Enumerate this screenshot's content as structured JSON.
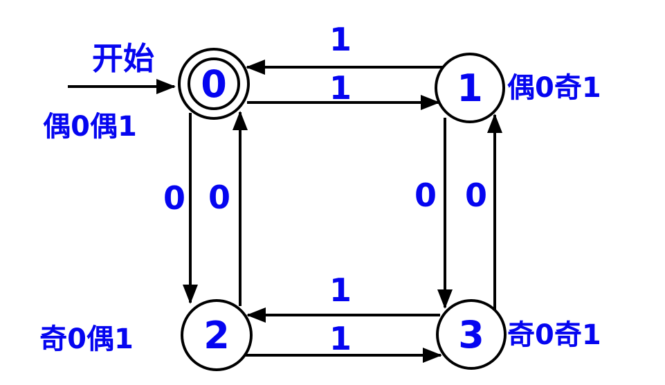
{
  "diagram": {
    "kind": "dfa-state-diagram",
    "description_visible_text_only": true,
    "colors": {
      "text": "#0505f0",
      "line": "#000000",
      "background": "#ffffff"
    },
    "start_arrow_label": "开始",
    "states": [
      {
        "id": "0",
        "label": "0",
        "accepting": true,
        "annotation": "偶0偶1",
        "position": "top-left"
      },
      {
        "id": "1",
        "label": "1",
        "accepting": false,
        "annotation": "偶0奇1",
        "position": "top-right"
      },
      {
        "id": "2",
        "label": "2",
        "accepting": false,
        "annotation": "奇0偶1",
        "position": "bottom-left"
      },
      {
        "id": "3",
        "label": "3",
        "accepting": false,
        "annotation": "奇0奇1",
        "position": "bottom-right"
      }
    ],
    "transitions": [
      {
        "from": "1",
        "to": "0",
        "symbol": "1"
      },
      {
        "from": "0",
        "to": "1",
        "symbol": "1"
      },
      {
        "from": "0",
        "to": "2",
        "symbol": "0"
      },
      {
        "from": "2",
        "to": "0",
        "symbol": "0"
      },
      {
        "from": "1",
        "to": "3",
        "symbol": "0"
      },
      {
        "from": "3",
        "to": "1",
        "symbol": "0"
      },
      {
        "from": "3",
        "to": "2",
        "symbol": "1"
      },
      {
        "from": "2",
        "to": "3",
        "symbol": "1"
      }
    ]
  }
}
